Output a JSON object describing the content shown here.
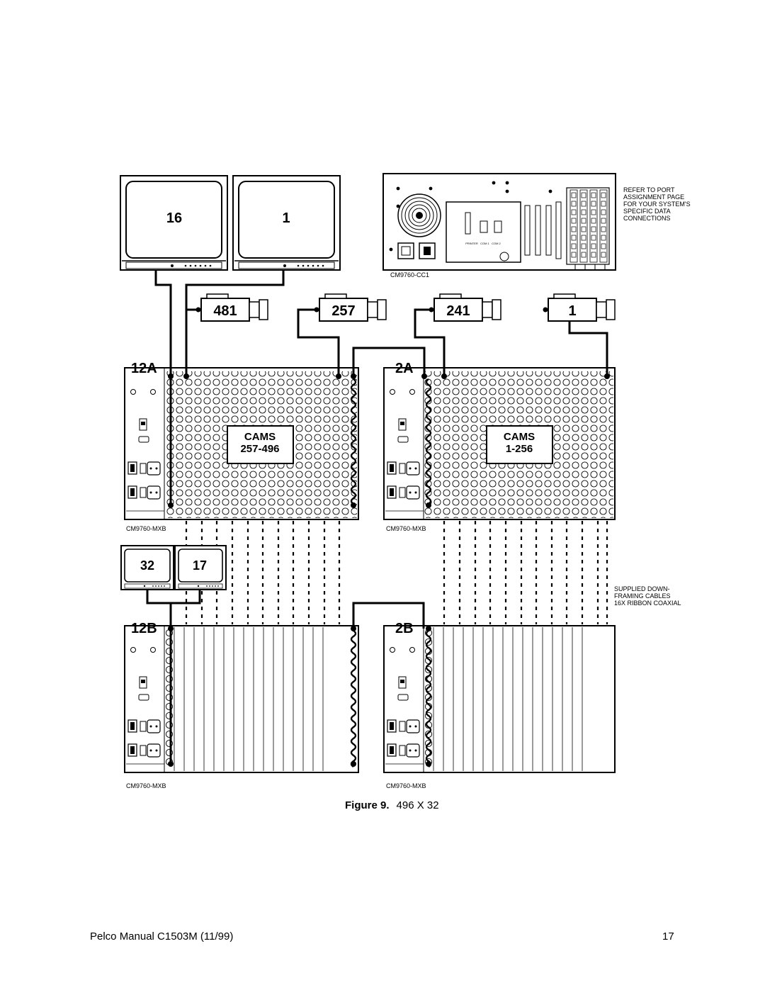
{
  "monitors_top": [
    {
      "number": "16"
    },
    {
      "number": "1"
    }
  ],
  "monitors_bottom": [
    {
      "number": "32"
    },
    {
      "number": "17"
    }
  ],
  "cameras": [
    {
      "number": "481"
    },
    {
      "number": "257"
    },
    {
      "number": "241"
    },
    {
      "number": "1"
    }
  ],
  "bays": [
    {
      "id": "12A",
      "model": "CM9760-MXB"
    },
    {
      "id": "2A",
      "model": "CM9760-MXB"
    },
    {
      "id": "12B",
      "model": "CM9760-MXB"
    },
    {
      "id": "2B",
      "model": "CM9760-MXB"
    }
  ],
  "cams_boxes": [
    {
      "title": "CAMS",
      "range": "257-496"
    },
    {
      "title": "CAMS",
      "range": "1-256"
    }
  ],
  "cpu": {
    "model": "CM9760-CC1",
    "ports": "PRINTER   COM 1   COM 2",
    "note": "REFER TO PORT\nASSIGNMENT PAGE\nFOR YOUR SYSTEM'S\nSPECIFIC DATA\nCONNECTIONS"
  },
  "cables_note": "SUPPLIED DOWN-\nFRAMING CABLES\n16X RIBBON COAXIAL",
  "caption": {
    "label": "Figure 9.",
    "text": "496 X 32"
  },
  "footer": {
    "left": "Pelco Manual C1503M (11/99)",
    "page": "17"
  }
}
